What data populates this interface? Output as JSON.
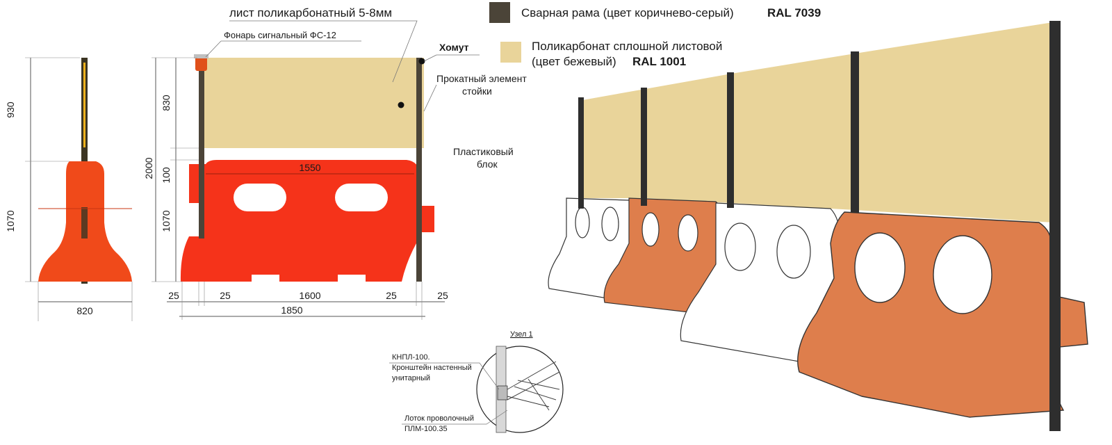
{
  "callouts": {
    "sheet": "лист поликарбонатный  5-8мм",
    "lamp": "Фонарь сигнальный ФС-12",
    "clamp": "Хомут",
    "rolled_line1": "Прокатный элемент",
    "rolled_line2": "стойки",
    "plastic_line1": "Пластиковый",
    "plastic_line2": "блок"
  },
  "legend": {
    "frame_text": "Сварная рама (цвет коричнево-серый)",
    "frame_ral": "RAL 7039",
    "frame_color": "#4b4438",
    "poly_line1": "Поликарбонат сплошной листовой",
    "poly_line2": "(цвет бежевый)",
    "poly_ral": "RAL 1001",
    "poly_color": "#e9d49a"
  },
  "side_view": {
    "dim_top": "930",
    "dim_bottom": "1070",
    "dim_width": "820"
  },
  "front_view": {
    "dim_panel": "830",
    "dim_gap": "100",
    "dim_block": "1070",
    "dim_total": "2000",
    "dim_block_width": "1550",
    "dim_l1": "25",
    "dim_l2": "25",
    "dim_mid": "1600",
    "dim_r1": "25",
    "dim_r2": "25",
    "dim_overall": "1850"
  },
  "detail": {
    "title": "Узел 1",
    "bracket_line1": "КНПЛ-100.",
    "bracket_line2": "Кронштейн настенный",
    "bracket_line3": "унитарный",
    "tray_line1": "Лоток проволочный",
    "tray_line2": "ПЛМ-100.35"
  },
  "colors": {
    "red": "#f03a14",
    "orange_block": "#de7e4c",
    "white_block": "#ffffff",
    "post": "#2e2e2e"
  }
}
